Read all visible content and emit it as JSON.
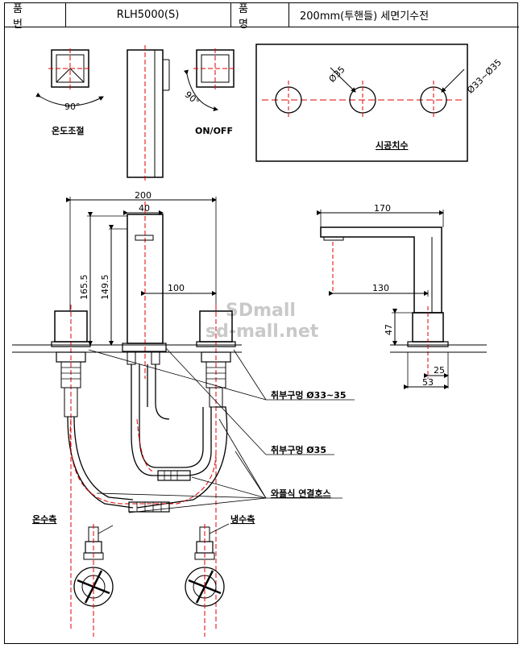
{
  "header": {
    "part_no_label": "품 번",
    "part_no": "RLH5000(S)",
    "product_label": "품 명",
    "product_name": "200mm(투핸들) 세면기수전"
  },
  "top_views": {
    "temp_angle": "90°",
    "temp_label": "온도조절",
    "onoff_angle": "90°",
    "onoff_label": "ON/OFF"
  },
  "install": {
    "dia_left": "Ø35",
    "dia_right": "Ø33~Ø35",
    "label": "시공치수"
  },
  "front_dims": {
    "width": "200",
    "spout_width": "40",
    "height_total": "165.5",
    "height_spout": "149.5",
    "offset": "100"
  },
  "side_dims": {
    "length": "170",
    "reach": "130",
    "handle_height": "47",
    "base_inner": "25",
    "base_width": "53"
  },
  "callouts": {
    "hole_handle": "취부구멍 Ø33~35",
    "hole_spout": "취부구멍 Ø35",
    "hose": "와플식 연결호스",
    "hot": "온수측",
    "cold": "냉수측"
  },
  "watermark": {
    "line1": "SDmall",
    "line2": "sd-mall.net"
  },
  "colors": {
    "line": "#000000",
    "center": "#e00000"
  }
}
